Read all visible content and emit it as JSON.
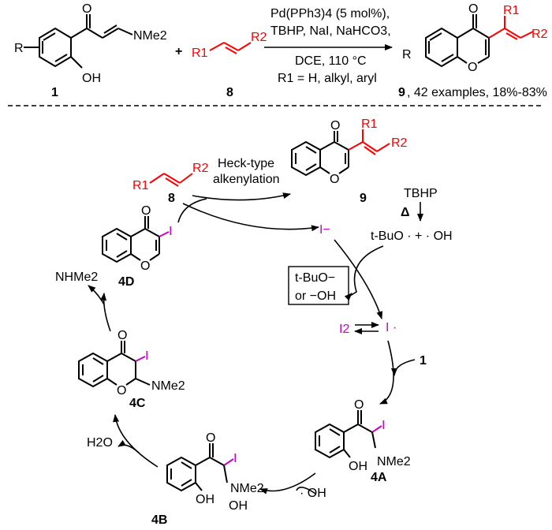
{
  "colors": {
    "highlight_red": "#ff0000",
    "iodine_magenta": "#cc00cc",
    "ink": "#000000"
  },
  "scheme": {
    "reactant1_label": "1",
    "reactant2_label": "8",
    "product_label": "9",
    "product_note": ", 42 examples, 18%-83%",
    "cond_line1": "Pd(PPh3)4 (5 mol%),",
    "cond_line2": "TBHP, NaI, NaHCO3,",
    "cond_line3": "DCE, 110 °C",
    "cond_line4": "R1 = H, alkyl, aryl",
    "r_sub": "R",
    "oh": "OH",
    "nme2": "NMe2",
    "o": "O",
    "r1": "R1",
    "r2": "R2"
  },
  "mechanism": {
    "label_8": "8",
    "label_9": "9",
    "label_4D": "4D",
    "label_4C": "4C",
    "label_4B": "4B",
    "label_4A": "4A",
    "label_1": "1",
    "heck_line1": "Heck-type",
    "heck_line2": "alkenylation",
    "tbhp": "TBHP",
    "delta": "Δ",
    "iodide": "I−",
    "radicals": "t-BuO · + · OH",
    "box_line1": "t-BuO−",
    "box_line2": "or −OH",
    "i2": "I2",
    "iradical": "I ·",
    "nhme2": "NHMe2",
    "h2o": "H2O",
    "oh_radical": "· OH",
    "i": "I",
    "oh": "OH",
    "nme2": "NMe2",
    "o": "O"
  }
}
